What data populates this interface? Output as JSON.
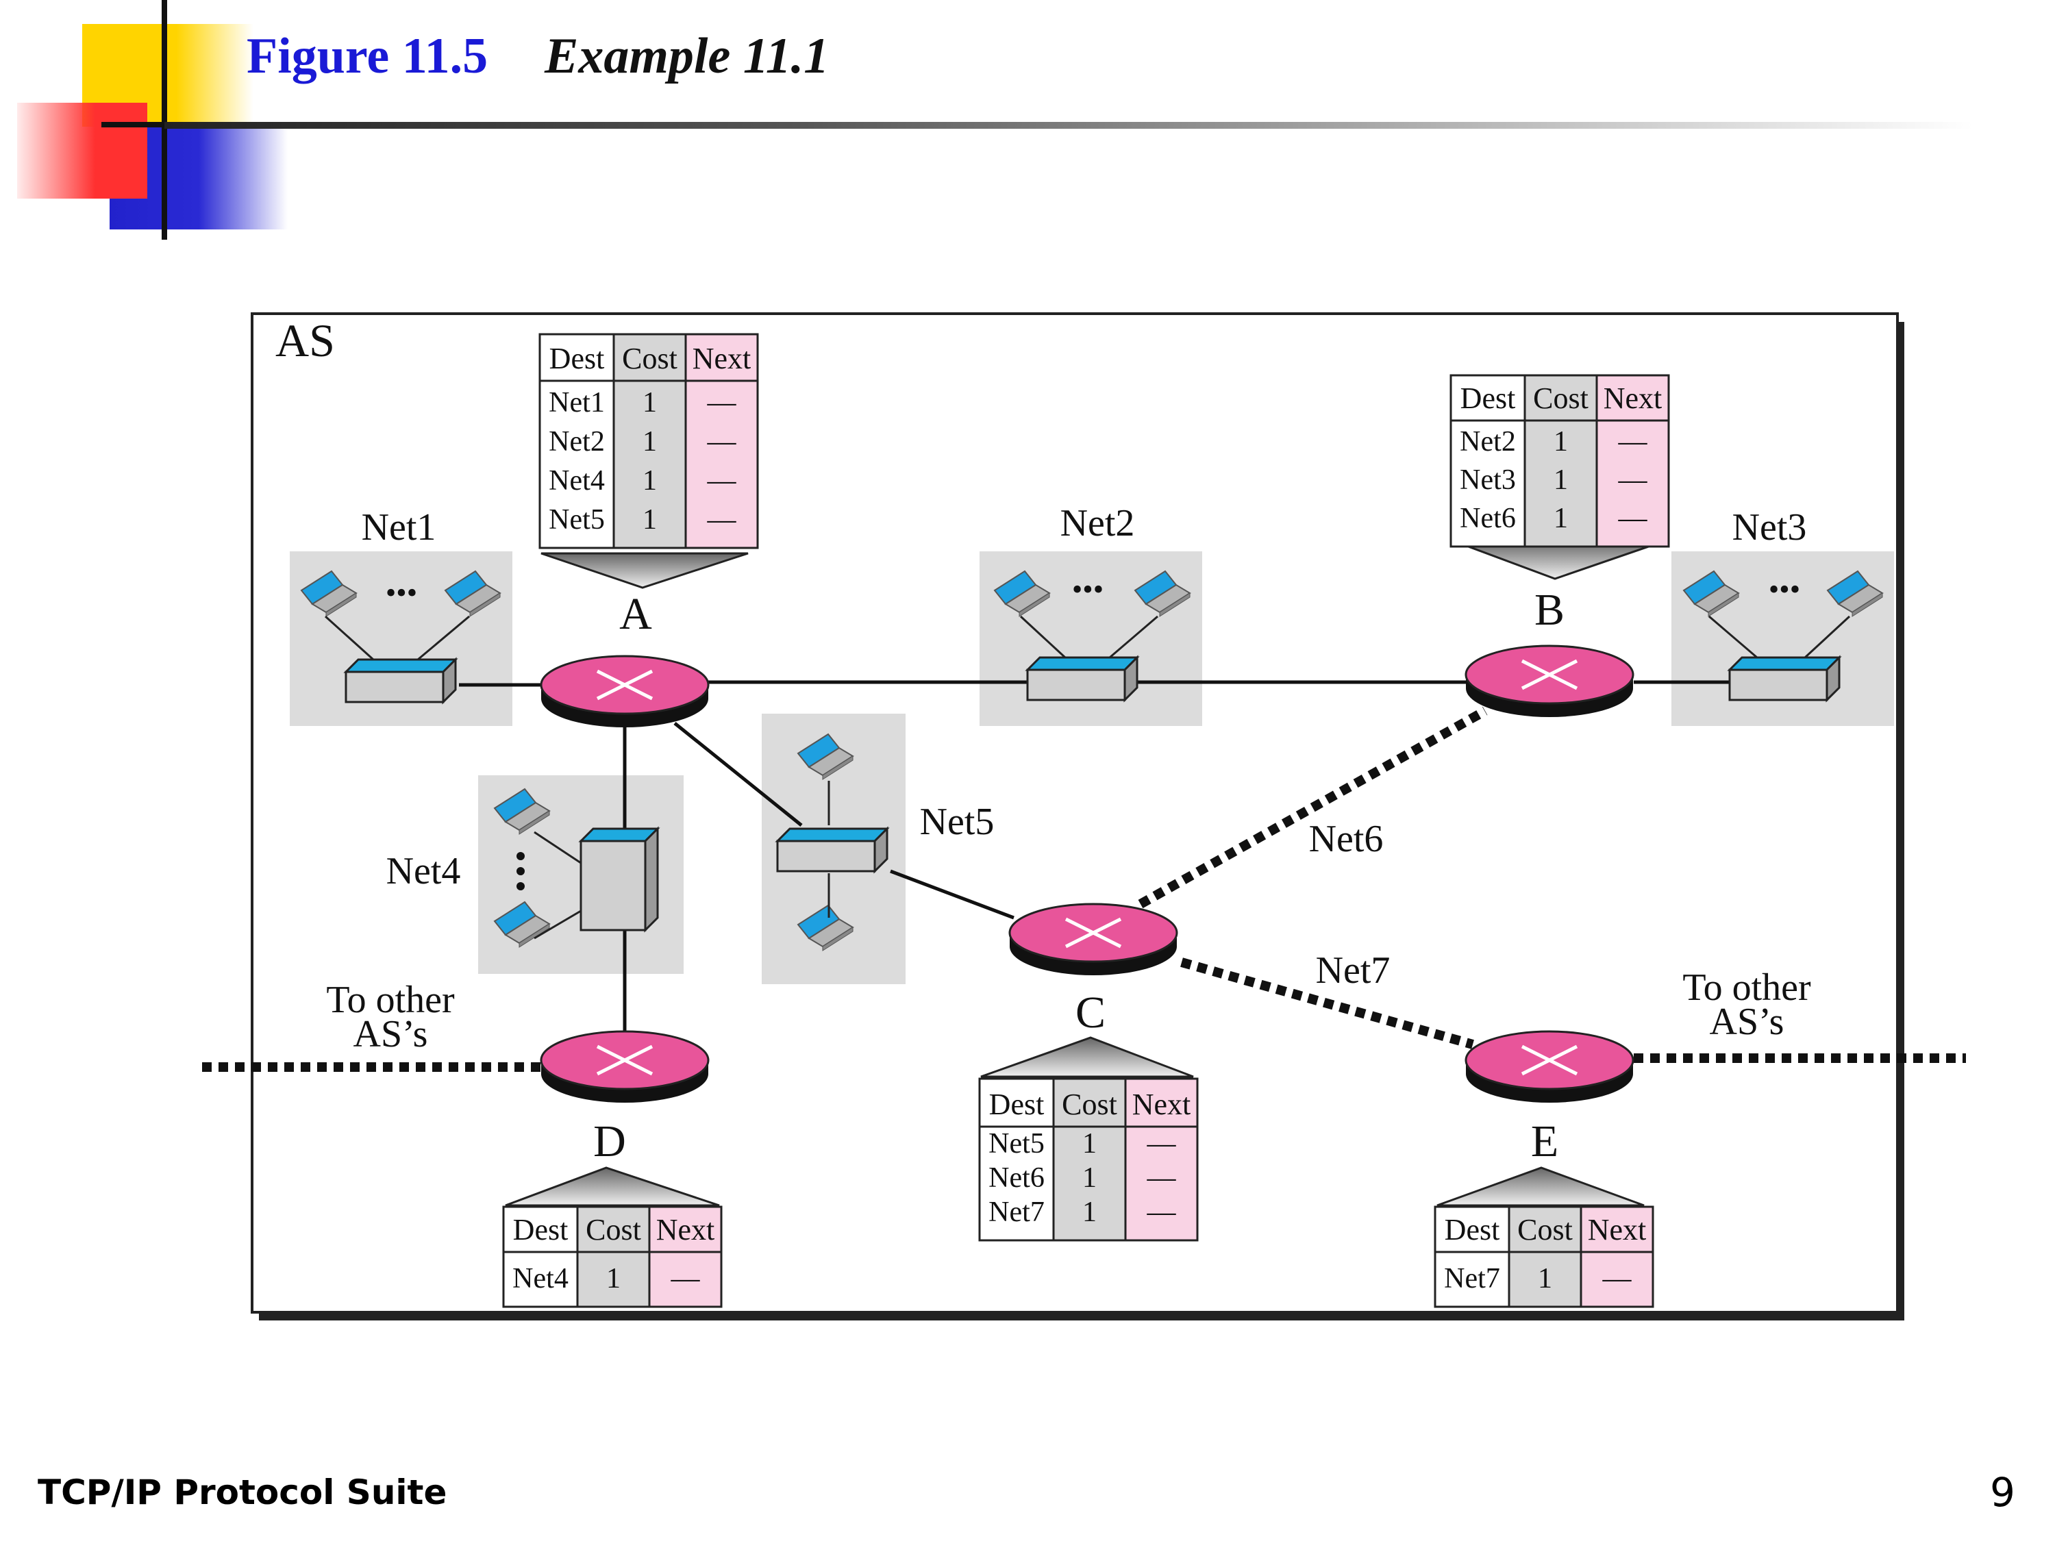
{
  "slide": {
    "figure_label": "Figure 11.5",
    "example_label": "Example 11.1",
    "footer_left": "TCP/IP Protocol Suite",
    "page_number": "9"
  },
  "diagram": {
    "as_label": "AS",
    "networks": {
      "net1": "Net1",
      "net2": "Net2",
      "net3": "Net3",
      "net4": "Net4",
      "net5": "Net5",
      "net6": "Net6",
      "net7": "Net7"
    },
    "routers": {
      "a": "A",
      "b": "B",
      "c": "C",
      "d": "D",
      "e": "E"
    },
    "external_label_left": [
      "To other",
      "AS’s"
    ],
    "external_label_right": [
      "To other",
      "AS’s"
    ],
    "ellipsis": "•••",
    "table_headers": {
      "dest": "Dest",
      "cost": "Cost",
      "next": "Next"
    },
    "tables": {
      "a": {
        "rows": [
          {
            "dest": "Net1",
            "cost": "1",
            "next": "—"
          },
          {
            "dest": "Net2",
            "cost": "1",
            "next": "—"
          },
          {
            "dest": "Net4",
            "cost": "1",
            "next": "—"
          },
          {
            "dest": "Net5",
            "cost": "1",
            "next": "—"
          }
        ]
      },
      "b": {
        "rows": [
          {
            "dest": "Net2",
            "cost": "1",
            "next": "—"
          },
          {
            "dest": "Net3",
            "cost": "1",
            "next": "—"
          },
          {
            "dest": "Net6",
            "cost": "1",
            "next": "—"
          }
        ]
      },
      "c": {
        "rows": [
          {
            "dest": "Net5",
            "cost": "1",
            "next": "—"
          },
          {
            "dest": "Net6",
            "cost": "1",
            "next": "—"
          },
          {
            "dest": "Net7",
            "cost": "1",
            "next": "—"
          }
        ]
      },
      "d": {
        "rows": [
          {
            "dest": "Net4",
            "cost": "1",
            "next": "—"
          }
        ]
      },
      "e": {
        "rows": [
          {
            "dest": "Net7",
            "cost": "1",
            "next": "—"
          }
        ]
      }
    },
    "colors": {
      "router_pink": "#e8559a",
      "next_column_pink": "#f9d3e4",
      "cost_column_gray": "#d6d6d6",
      "lan_background": "#dcdcdc",
      "switch_blue": "#1eaadf",
      "title_blue": "#1a1ad6"
    }
  }
}
